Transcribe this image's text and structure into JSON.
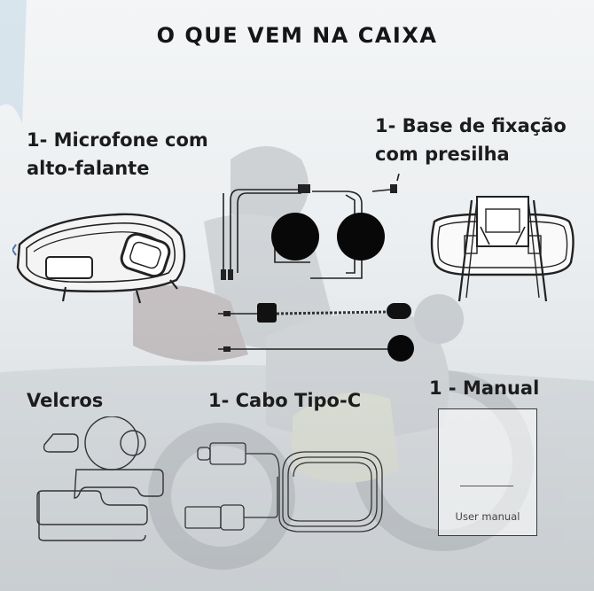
{
  "title": "O QUE VEM NA CAIXA",
  "items": {
    "microphone": {
      "label_line1": "1- Microfone com",
      "label_line2": "alto-falante"
    },
    "mount": {
      "label_line1": "1- Base de fixação",
      "label_line2": "com presilha"
    },
    "velcros": {
      "label": "Velcros"
    },
    "cable": {
      "label": "1- Cabo Tipo-C"
    },
    "manual": {
      "label": "1 - Manual",
      "cover_text": "User manual"
    }
  }
}
